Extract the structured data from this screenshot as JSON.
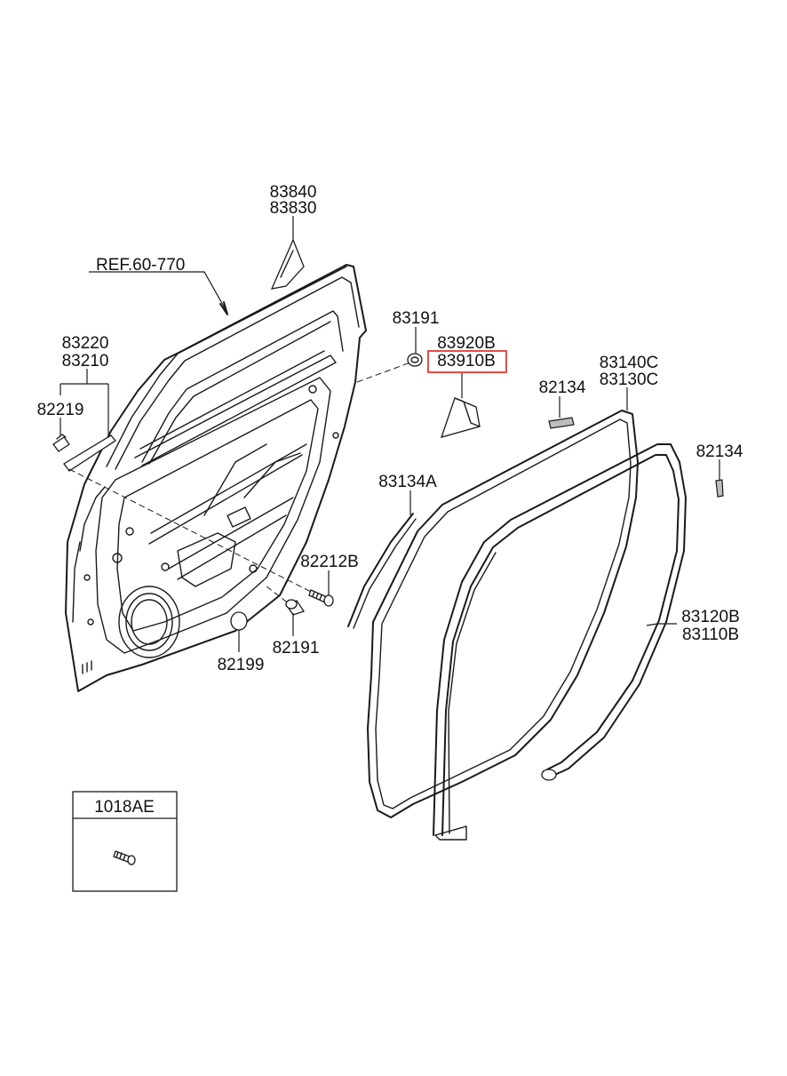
{
  "diagram": {
    "labels": {
      "ref": "REF.60-770",
      "p83840": "83840",
      "p83830": "83830",
      "p83220": "83220",
      "p83210": "83210",
      "p82219": "82219",
      "p83191": "83191",
      "p83920B": "83920B",
      "p83910B": "83910B",
      "p83140C": "83140C",
      "p83130C": "83130C",
      "p82134a": "82134",
      "p82134b": "82134",
      "p83134A": "83134A",
      "p82212B": "82212B",
      "p82191": "82191",
      "p82199": "82199",
      "p83120B": "83120B",
      "p83110B": "83110B"
    },
    "inset": {
      "title": "1018AE"
    },
    "highlight_color": "#e53935"
  }
}
